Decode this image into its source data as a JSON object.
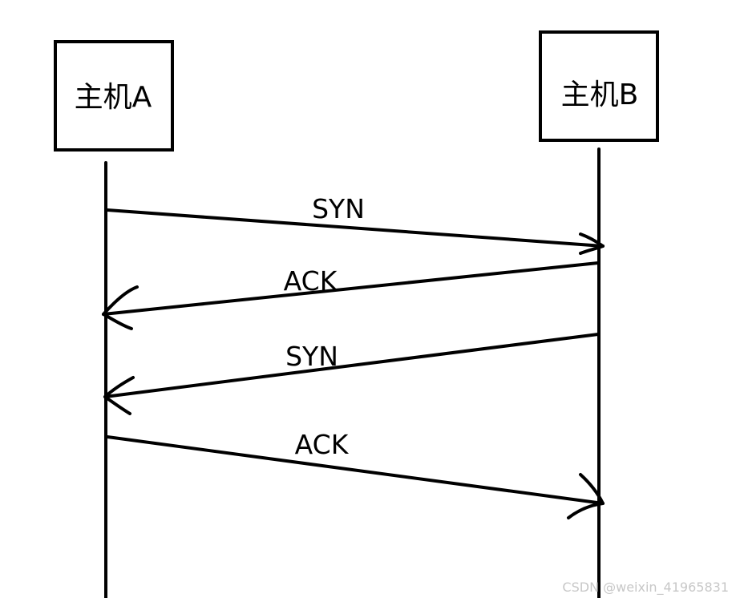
{
  "hosts": {
    "a": {
      "label": "主机A"
    },
    "b": {
      "label": "主机B"
    }
  },
  "messages": [
    {
      "label": "SYN",
      "from": "a",
      "to": "b"
    },
    {
      "label": "ACK",
      "from": "b",
      "to": "a"
    },
    {
      "label": "SYN",
      "from": "b",
      "to": "a"
    },
    {
      "label": "ACK",
      "from": "a",
      "to": "b"
    }
  ],
  "watermark": "CSDN @weixin_41965831",
  "colors": {
    "ink": "#000000",
    "watermark": "#c7c7c7"
  }
}
